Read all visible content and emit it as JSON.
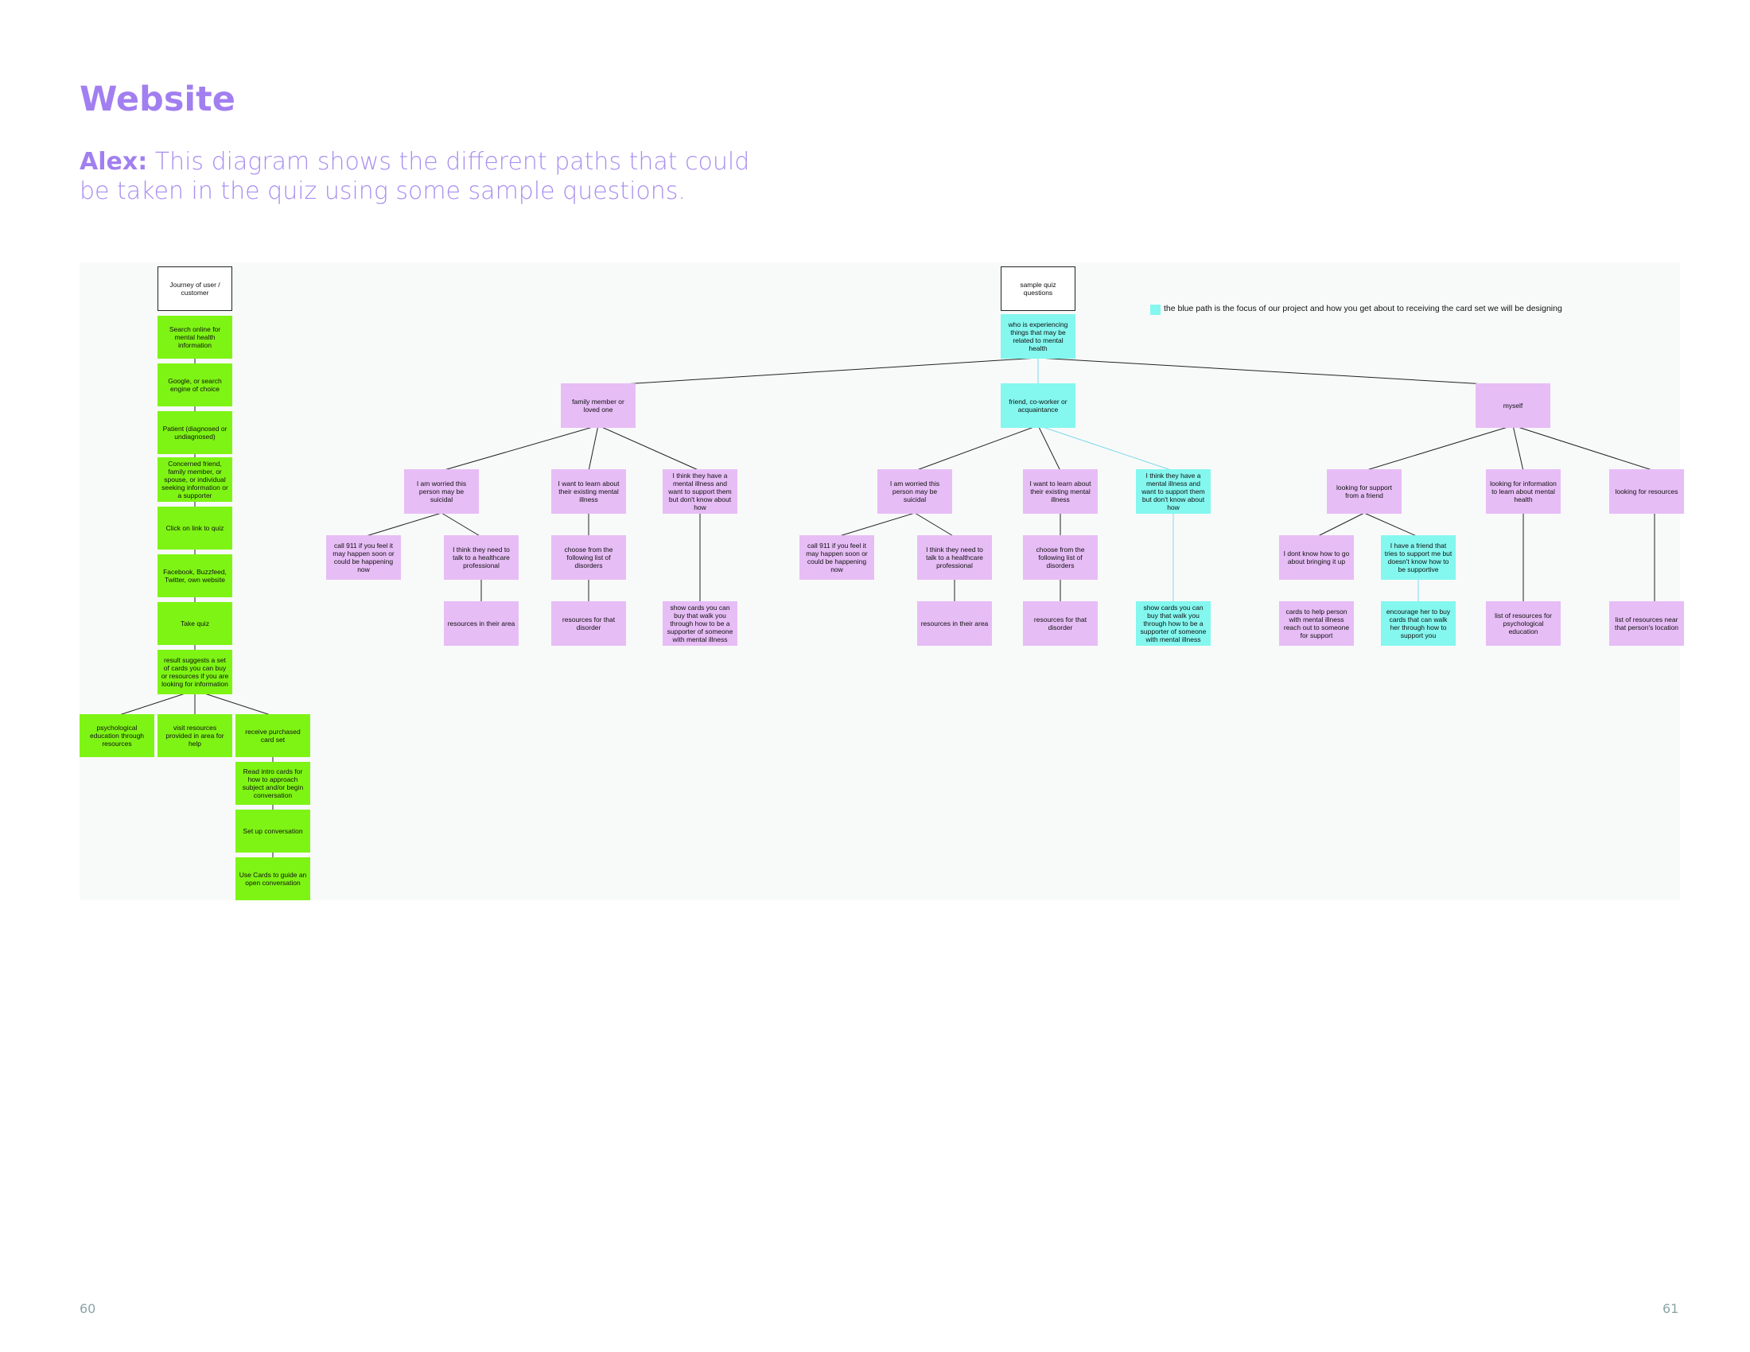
{
  "title": "Website",
  "intro": {
    "lead": "Alex:",
    "text": " This diagram shows the different paths that could be taken in the quiz using some sample questions."
  },
  "legend": "the blue path is the focus of our project and how you get about to receiving the card set we will be designing",
  "page_numbers": {
    "left": "60",
    "right": "61"
  },
  "colors": {
    "green": "#7ef414",
    "purple": "#e7bdf6",
    "cyan": "#84f7ef",
    "title": "#a27ff0"
  },
  "nodes": [
    {
      "id": "journey",
      "text": "Journey of user / customer",
      "color": "header"
    },
    {
      "id": "g1",
      "text": "Search online for mental health information",
      "color": "green"
    },
    {
      "id": "g2",
      "text": "Google, or search engine of choice",
      "color": "green"
    },
    {
      "id": "g3",
      "text": "Patient (diagnosed or undiagnosed)",
      "color": "green"
    },
    {
      "id": "g4",
      "text": "Concerned friend, family member, or spouse, or individual seeking information or a supporter",
      "color": "green"
    },
    {
      "id": "g5",
      "text": "Click on link to quiz",
      "color": "green"
    },
    {
      "id": "g6",
      "text": "Facebook, Buzzfeed, Twitter, own website",
      "color": "green"
    },
    {
      "id": "g7",
      "text": "Take quiz",
      "color": "green"
    },
    {
      "id": "g8",
      "text": "result suggests a set of cards you can buy or resources if you are looking for information",
      "color": "green"
    },
    {
      "id": "g9",
      "text": "psychological education through resources",
      "color": "green"
    },
    {
      "id": "g10",
      "text": "visit resources provided in area for help",
      "color": "green"
    },
    {
      "id": "g11",
      "text": "receive purchased card set",
      "color": "green"
    },
    {
      "id": "g12",
      "text": "Read intro cards for how to approach subject and/or begin conversation",
      "color": "green"
    },
    {
      "id": "g13",
      "text": "Set up conversation",
      "color": "green"
    },
    {
      "id": "g14",
      "text": "Use Cards to guide an open conversation",
      "color": "green"
    },
    {
      "id": "sample",
      "text": "sample quiz questions",
      "color": "header"
    },
    {
      "id": "q0",
      "text": "who is experiencing things that may be related to mental health",
      "color": "cyan"
    },
    {
      "id": "a1",
      "text": "family member or loved one",
      "color": "purple"
    },
    {
      "id": "a2",
      "text": "friend, co-worker or acquaintance",
      "color": "cyan"
    },
    {
      "id": "a3",
      "text": "myself",
      "color": "purple"
    },
    {
      "id": "f1",
      "text": "I am worried this person may be suicidal",
      "color": "purple"
    },
    {
      "id": "f2",
      "text": "I want to learn about their existing mental illness",
      "color": "purple"
    },
    {
      "id": "f3",
      "text": "I think they have a mental illness and want to support them but don't know about how",
      "color": "purple"
    },
    {
      "id": "f1a",
      "text": "call 911 if you feel it may happen soon or could be happening now",
      "color": "purple"
    },
    {
      "id": "f1b",
      "text": "I think they need to talk to a healthcare professional",
      "color": "purple"
    },
    {
      "id": "f1b1",
      "text": "resources in their area",
      "color": "purple"
    },
    {
      "id": "f2a",
      "text": "choose from the following list of disorders",
      "color": "purple"
    },
    {
      "id": "f2a1",
      "text": "resources for that disorder",
      "color": "purple"
    },
    {
      "id": "f3a",
      "text": "show cards you can buy that walk you through how to be a supporter of someone with mental illness",
      "color": "purple"
    },
    {
      "id": "c1",
      "text": "I am worried this person may be suicidal",
      "color": "purple"
    },
    {
      "id": "c2",
      "text": "I want to learn about their existing mental illness",
      "color": "purple"
    },
    {
      "id": "c3",
      "text": "I think they have a mental illness and want to support them but don't know about how",
      "color": "cyan"
    },
    {
      "id": "c1a",
      "text": "call 911 if you feel it may happen soon or could be happening now",
      "color": "purple"
    },
    {
      "id": "c1b",
      "text": "I think they need to talk to a healthcare professional",
      "color": "purple"
    },
    {
      "id": "c1b1",
      "text": "resources in their area",
      "color": "purple"
    },
    {
      "id": "c2a",
      "text": "choose from the following list of disorders",
      "color": "purple"
    },
    {
      "id": "c2a1",
      "text": "resources for that disorder",
      "color": "purple"
    },
    {
      "id": "c3a",
      "text": "show cards you can buy that walk you through how to be a supporter of someone with mental illness",
      "color": "cyan"
    },
    {
      "id": "m1",
      "text": "looking for support from a friend",
      "color": "purple"
    },
    {
      "id": "m2",
      "text": "looking for information to learn about mental health",
      "color": "purple"
    },
    {
      "id": "m3",
      "text": "looking for resources",
      "color": "purple"
    },
    {
      "id": "m1a",
      "text": "I dont know how to go about bringing it up",
      "color": "purple"
    },
    {
      "id": "m1b",
      "text": "I have a friend that tries to support me but doesn't know how to be supportive",
      "color": "cyan"
    },
    {
      "id": "m1a1",
      "text": "cards to help person with mental illness reach out to someone for support",
      "color": "purple"
    },
    {
      "id": "m1b1",
      "text": "encourage her to buy cards that can walk her through how to support you",
      "color": "cyan"
    },
    {
      "id": "m2a",
      "text": "list of resources for psychological education",
      "color": "purple"
    },
    {
      "id": "m3a",
      "text": "list of resources near that person's location",
      "color": "purple"
    }
  ]
}
